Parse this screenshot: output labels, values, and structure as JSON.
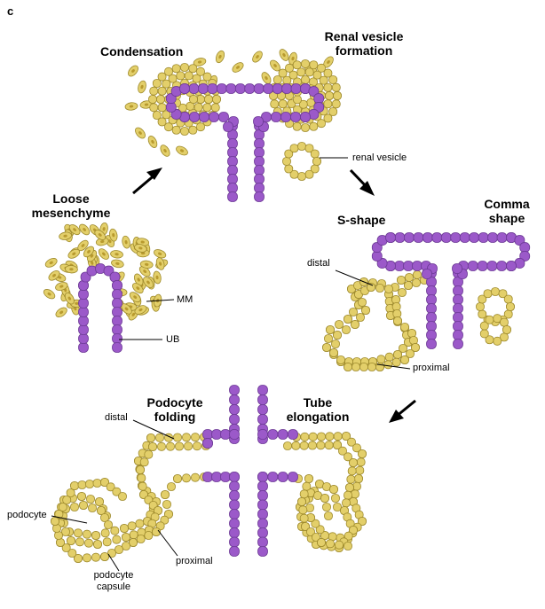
{
  "panel_letter": "c",
  "stages": {
    "condensation": "Condensation",
    "renal_vesicle_formation": "Renal vesicle formation",
    "loose_mesenchyme": "Loose mesenchyme",
    "s_shape": "S-shape",
    "comma_shape": "Comma shape",
    "podocyte_folding": "Podocyte folding",
    "tube_elongation": "Tube elongation"
  },
  "annotations": {
    "renal_vesicle": "renal vesicle",
    "mm": "MM",
    "ub": "UB",
    "distal_s": "distal",
    "proximal_s": "proximal",
    "distal_pf": "distal",
    "podocyte": "podocyte",
    "podocyte_capsule": "podocyte capsule",
    "proximal_pf": "proximal"
  },
  "colors": {
    "ureteric_bud": "#9b59c9",
    "ureteric_bud_stroke": "#6d3a96",
    "mesenchyme": "#e3cf6a",
    "mesenchyme_stroke": "#9e8a2c"
  }
}
